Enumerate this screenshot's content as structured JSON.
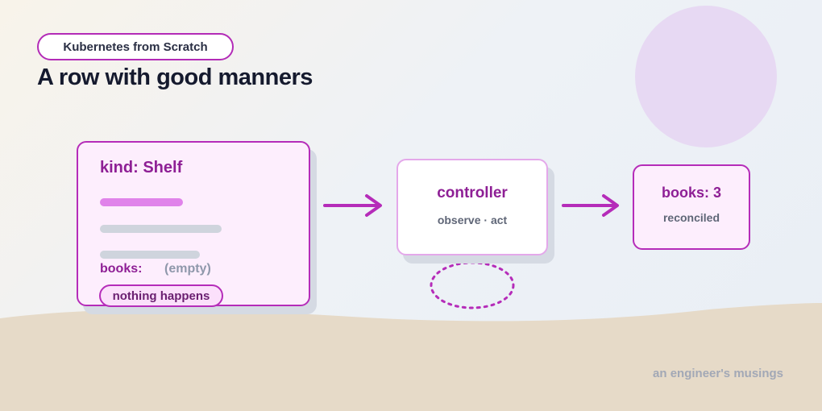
{
  "series_pill": "Kubernetes from Scratch",
  "title": "A row with good manners",
  "shelf": {
    "kind": "kind: Shelf",
    "books_label": "books:",
    "books_value": "(empty)",
    "status": "nothing happens"
  },
  "controller": {
    "name": "controller",
    "subtitle": "observe · act"
  },
  "result": {
    "count": "books: 3",
    "status": "reconciled"
  },
  "footer": "an engineer's musings",
  "colors": {
    "accent": "#b52cb9",
    "accent_text": "#8e1f95",
    "card_fill": "#fdeefd",
    "sand": "#e6dac8",
    "circle": "#e7d9f3"
  }
}
